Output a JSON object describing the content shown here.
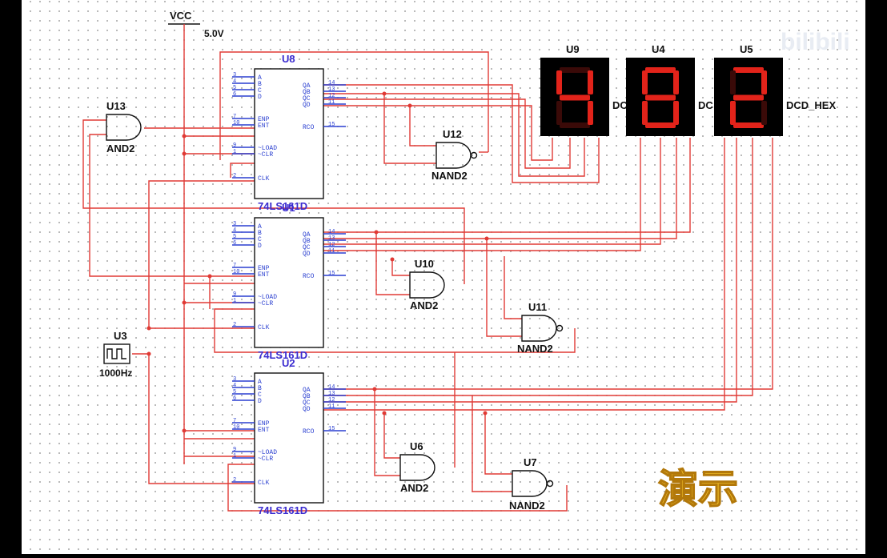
{
  "power": {
    "name": "VCC",
    "voltage": "5.0V"
  },
  "clock": {
    "ref": "U3",
    "freq": "1000Hz"
  },
  "counters": [
    {
      "ref": "U8",
      "part": "74LS161D"
    },
    {
      "ref": "U1",
      "part": "74LS161D"
    },
    {
      "ref": "U2",
      "part": "74LS161D"
    }
  ],
  "counter_pins": {
    "left": [
      "A",
      "B",
      "C",
      "D",
      "ENP",
      "ENT",
      "~LOAD",
      "~CLR",
      "CLK"
    ],
    "left_nums": [
      "3",
      "4",
      "5",
      "6",
      "7",
      "10",
      "9",
      "1",
      "2"
    ],
    "right": [
      "QA",
      "QB",
      "QC",
      "QD",
      "RCO"
    ],
    "right_nums": [
      "14",
      "13",
      "12",
      "11",
      "15"
    ]
  },
  "gates": [
    {
      "ref": "U13",
      "type": "AND2"
    },
    {
      "ref": "U12",
      "type": "NAND2"
    },
    {
      "ref": "U10",
      "type": "AND2"
    },
    {
      "ref": "U11",
      "type": "NAND2"
    },
    {
      "ref": "U6",
      "type": "AND2"
    },
    {
      "ref": "U7",
      "type": "NAND2"
    }
  ],
  "displays": [
    {
      "ref": "U9",
      "digit": "4",
      "label": "DC"
    },
    {
      "ref": "U4",
      "digit": "8",
      "label": "DC"
    },
    {
      "ref": "U5",
      "digit": "2",
      "label": "DCD_HEX"
    }
  ],
  "overlay": {
    "caption": "演示",
    "watermark": "bilibili"
  },
  "colors": {
    "wire": "#e03a35",
    "pin_text": "#2a3fd0",
    "chip_label": "#3a2bd0",
    "segment_on": "#e2231a",
    "caption": "#f7c52b"
  }
}
